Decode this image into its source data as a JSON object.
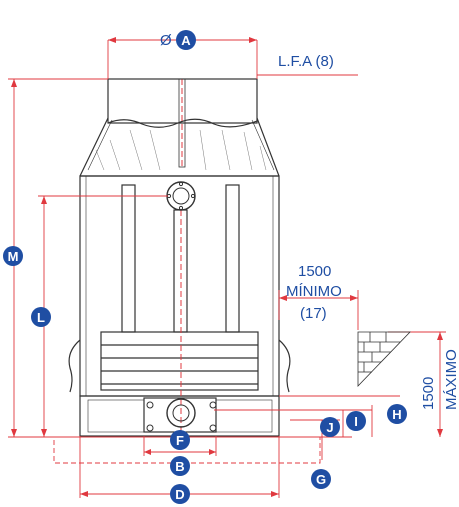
{
  "labels": {
    "dim_a": "A",
    "dim_b": "B",
    "dim_d": "D",
    "dim_f": "F",
    "dim_g": "G",
    "dim_h": "H",
    "dim_i": "I",
    "dim_j": "J",
    "dim_l": "L",
    "dim_m": "M",
    "diameter_symbol": "Ø",
    "lfa": "L.F.A (8)",
    "min_value": "1500",
    "min_word": "MÍNIMO",
    "min_ref": "(17)",
    "max_value": "1500",
    "max_word": "MÁXIMO"
  },
  "colors": {
    "dimension_line": "#e0383f",
    "badge": "#1f4ea3",
    "outline": "#333333",
    "text": "#1f4ea3"
  }
}
